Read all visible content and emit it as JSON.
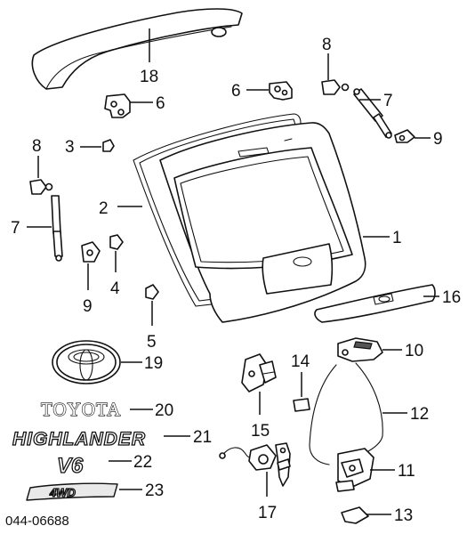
{
  "callouts": {
    "c1": "1",
    "c2": "2",
    "c3": "3",
    "c4": "4",
    "c5": "5",
    "c6a": "6",
    "c6b": "6",
    "c7a": "7",
    "c7b": "7",
    "c8a": "8",
    "c8b": "8",
    "c9a": "9",
    "c9b": "9",
    "c10": "10",
    "c11": "11",
    "c12": "12",
    "c13": "13",
    "c14": "14",
    "c15": "15",
    "c16": "16",
    "c17": "17",
    "c18": "18",
    "c19": "19",
    "c20": "20",
    "c21": "21",
    "c22": "22",
    "c23": "23"
  },
  "emblems": {
    "toyota": "TOYOTA",
    "highlander": "HIGHLANDER",
    "v6": "V6",
    "fourwd": "4WD"
  },
  "catalog_number": "044-06688"
}
